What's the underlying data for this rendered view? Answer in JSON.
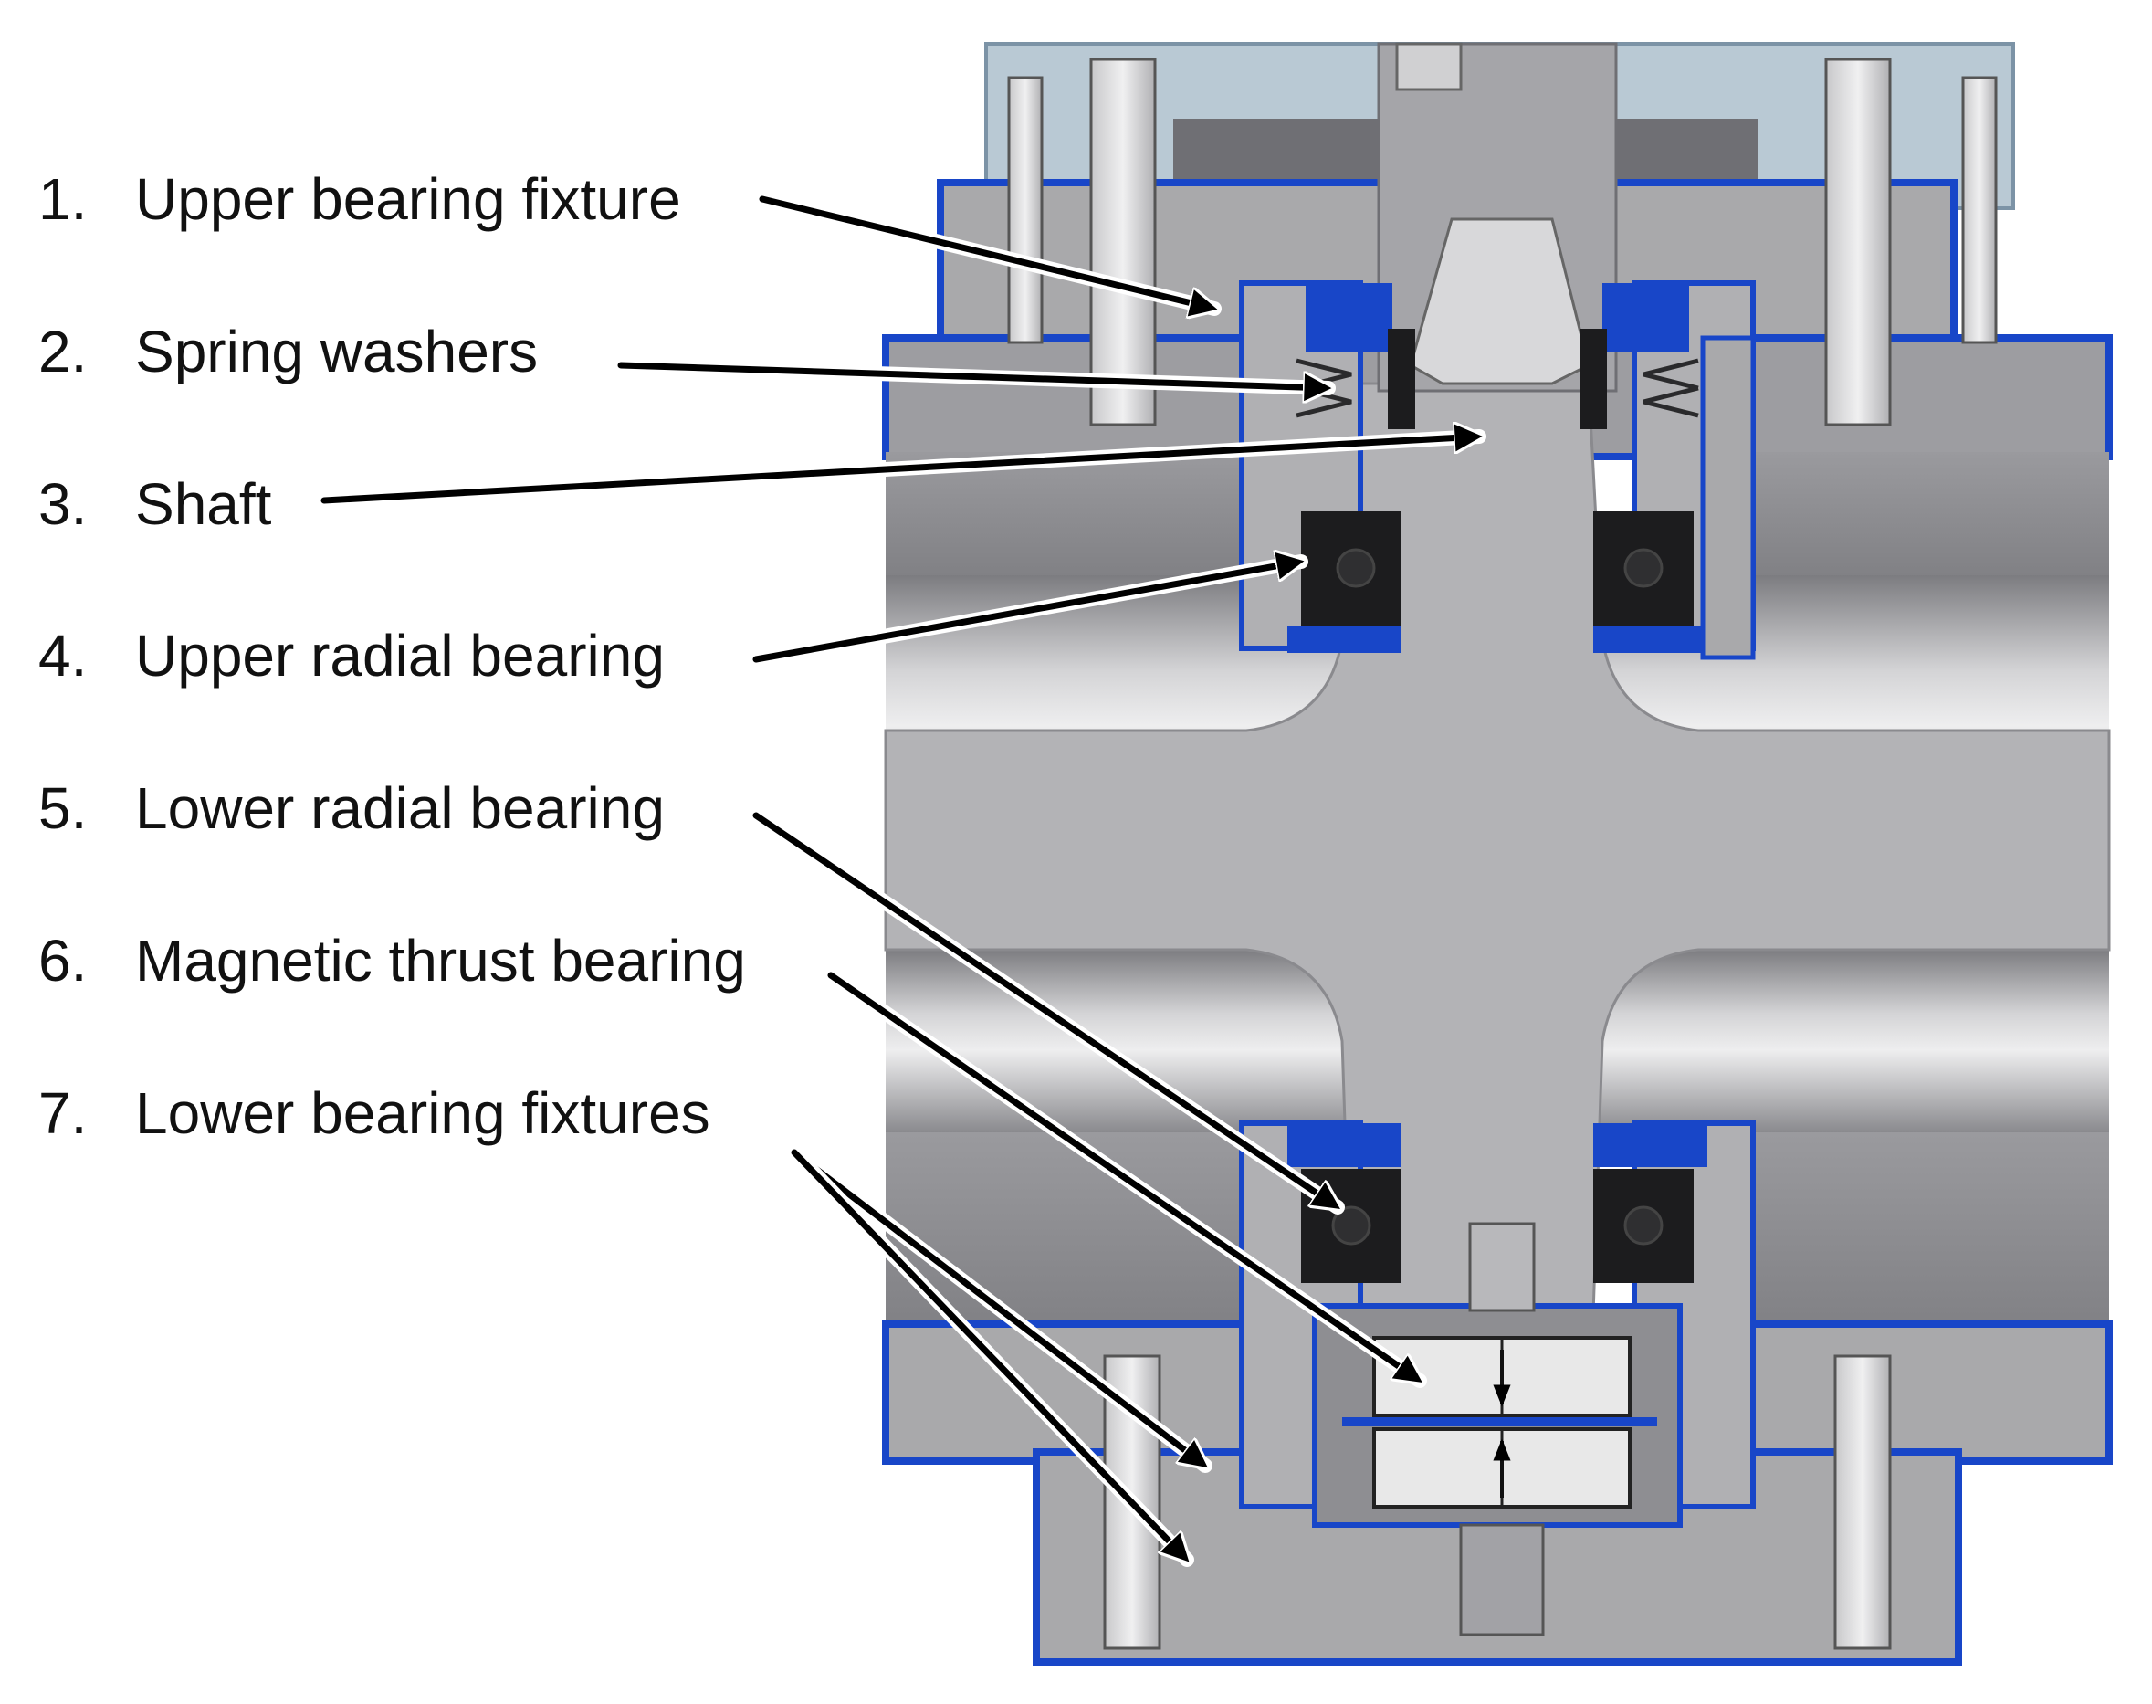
{
  "labels": [
    {
      "num": "1.",
      "text": "Upper bearing fixture"
    },
    {
      "num": "2.",
      "text": "Spring washers"
    },
    {
      "num": "3.",
      "text": "Shaft"
    },
    {
      "num": "4.",
      "text": "Upper radial bearing"
    },
    {
      "num": "5.",
      "text": "Lower radial bearing"
    },
    {
      "num": "6.",
      "text": "Magnetic thrust bearing"
    },
    {
      "num": "7.",
      "text": "Lower bearing fixtures"
    }
  ],
  "colors": {
    "housing_blue": "#1846c8",
    "steel": "#a9a9ab",
    "steel_light": "#c6c6c8",
    "steel_dark": "#7e7e82",
    "bearing": "#1c1c1e",
    "top_plate": "#b9c9d4",
    "thrust_box": "#e8e8e8"
  }
}
